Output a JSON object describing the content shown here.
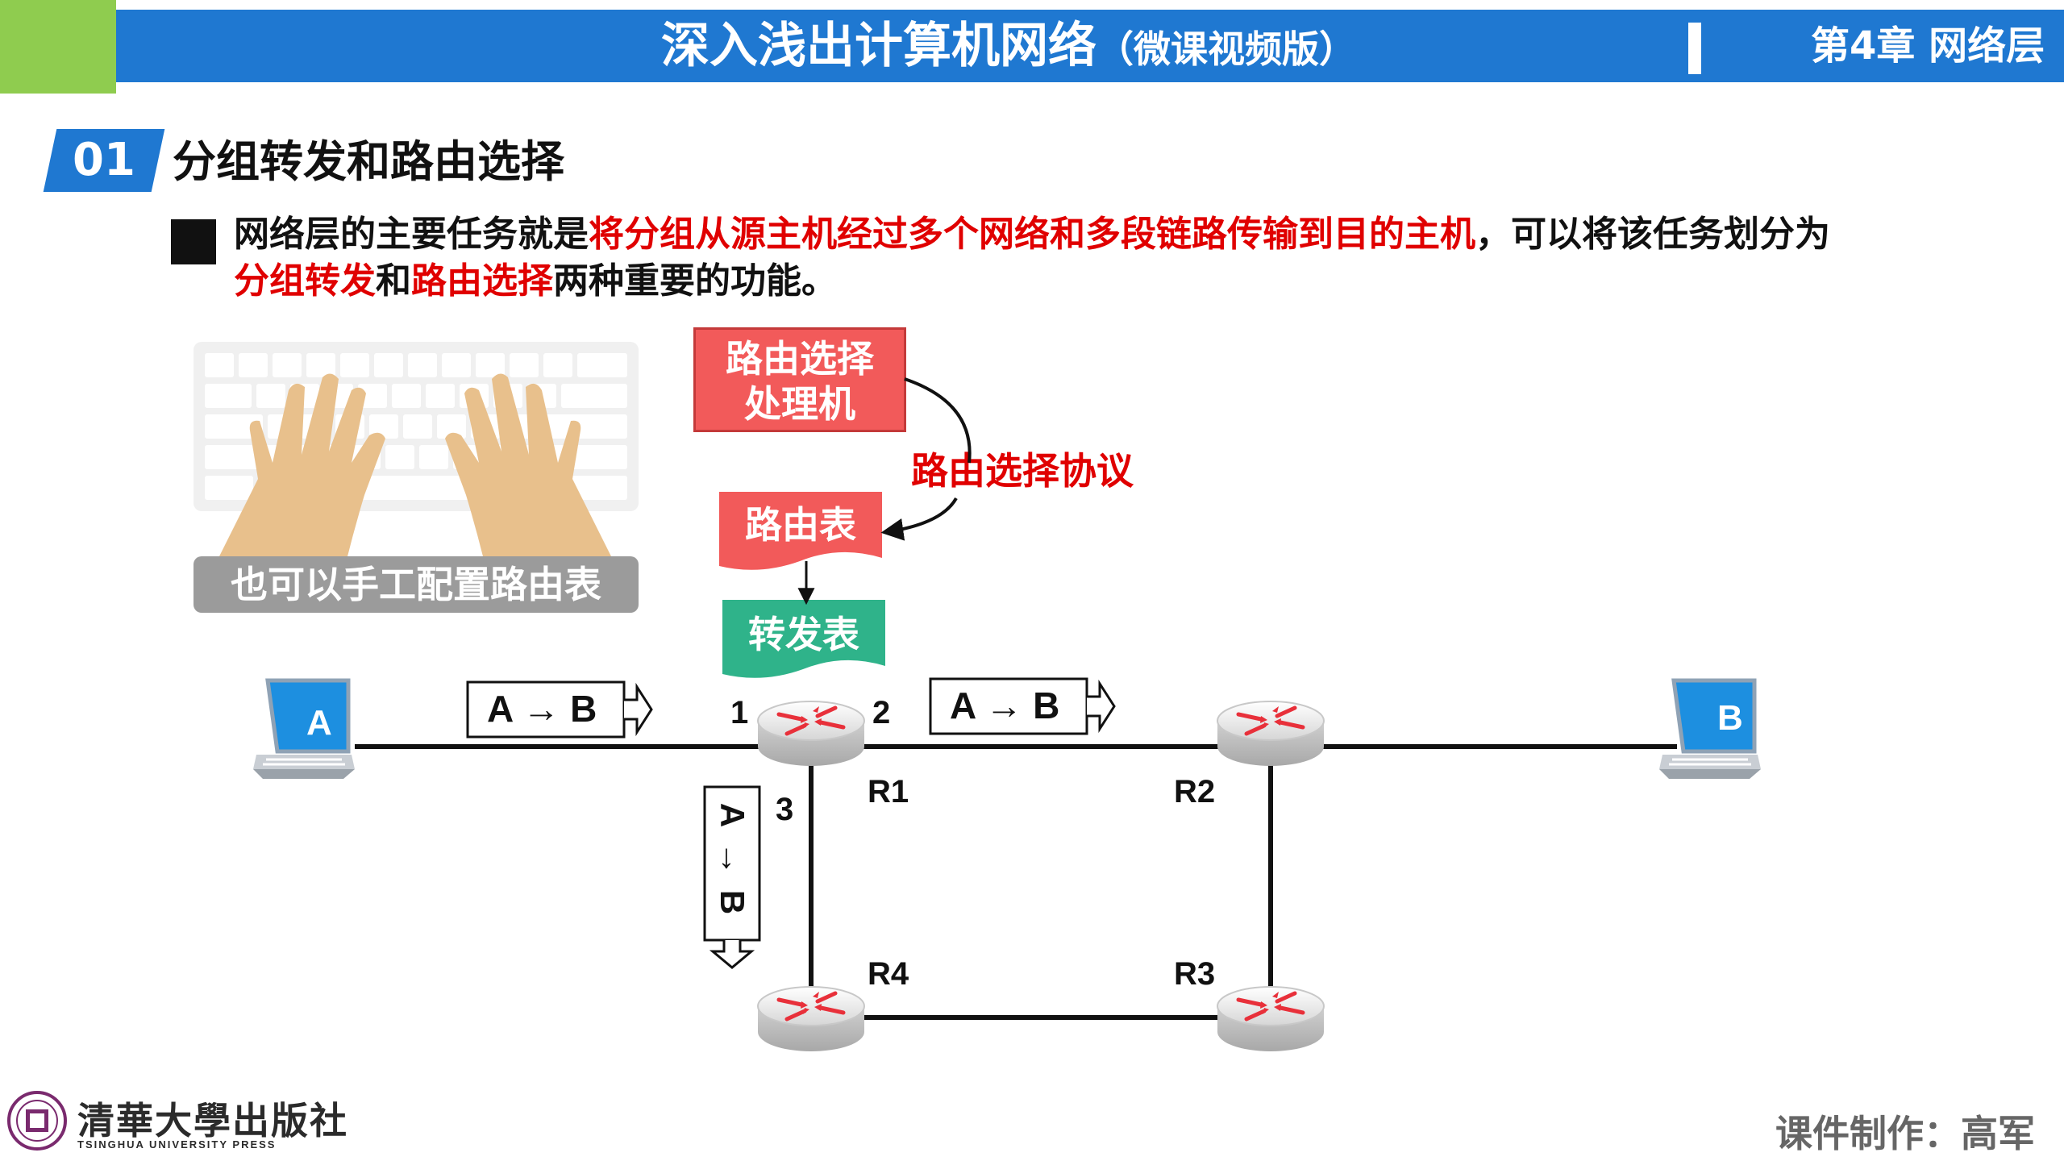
{
  "header": {
    "course_title": "深入浅出计算机网络",
    "course_subtitle": "（微课视频版）",
    "chapter": "第4章  网络层",
    "colors": {
      "bar": "#1f78d1",
      "accent_block": "#8fcc4f"
    }
  },
  "section": {
    "number": "01",
    "title": "分组转发和路由选择"
  },
  "bullet": {
    "part1": "网络层的主要任务就是",
    "part2_red": "将分组从源主机经过多个网络和多段链路传输到目的主机",
    "part3": "，可以将该任务划分为",
    "part4_red": "分组转发",
    "part5": "和",
    "part6_red": "路由选择",
    "part7": "两种重要的功能。"
  },
  "manual_config_label": "也可以手工配置路由表",
  "routing": {
    "processor_line1": "路由选择",
    "processor_line2": "处理机",
    "protocol_label": "路由选择协议",
    "routing_table_label": "路由表",
    "forwarding_table_label": "转发表",
    "colors": {
      "red": "#f25a5a",
      "protocol_text": "#e00000",
      "forwarding": "#2fb38a"
    }
  },
  "network": {
    "hosts": {
      "a": "A",
      "b": "B"
    },
    "routers": {
      "r1": "R1",
      "r2": "R2",
      "r3": "R3",
      "r4": "R4"
    },
    "ports": {
      "p1": "1",
      "p2": "2",
      "p3": "3"
    },
    "packet_label": "A → B",
    "packet_vertical": {
      "from": "A",
      "arrow": "→",
      "to": "B"
    }
  },
  "footer": {
    "publisher_cn": "清華大學出版社",
    "publisher_en": "TSINGHUA UNIVERSITY PRESS",
    "author": "课件制作：高军"
  }
}
